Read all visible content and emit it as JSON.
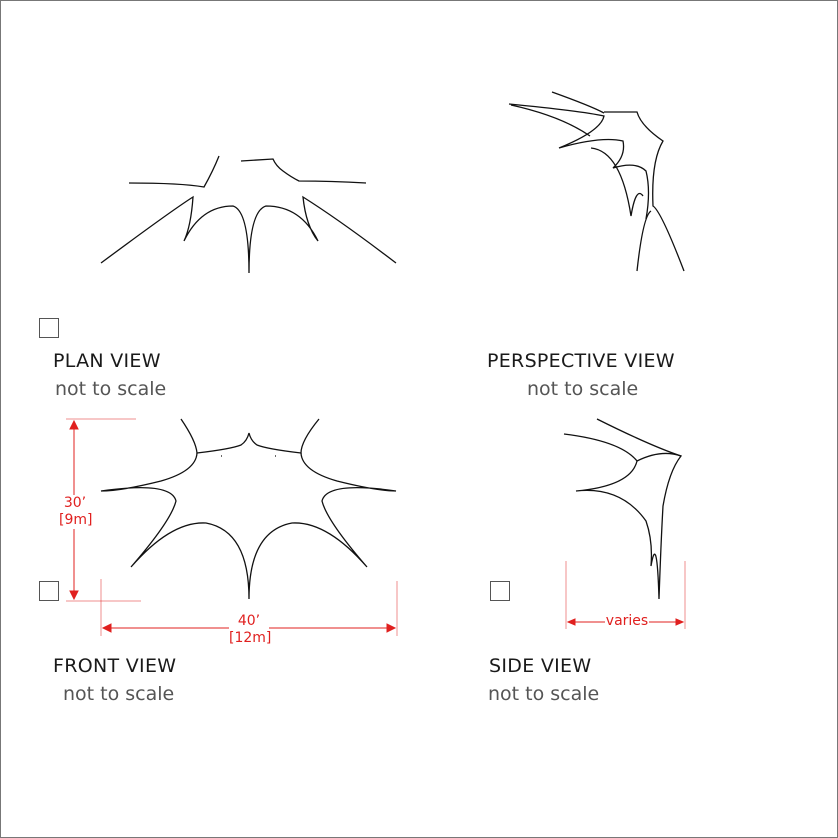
{
  "views": [
    {
      "title": "PLAN VIEW",
      "subtitle": "not to scale"
    },
    {
      "title": "PERSPECTIVE VIEW",
      "subtitle": "not to scale"
    },
    {
      "title": "FRONT VIEW",
      "subtitle": "not to scale"
    },
    {
      "title": "SIDE VIEW",
      "subtitle": "not to scale"
    }
  ],
  "dimensions": {
    "height_ft": "30’",
    "height_m": "[9m]",
    "width_ft": "40’",
    "width_m": "[12m]",
    "side": "varies"
  },
  "colors": {
    "dimension": "#e0201f",
    "line": "#111111"
  }
}
